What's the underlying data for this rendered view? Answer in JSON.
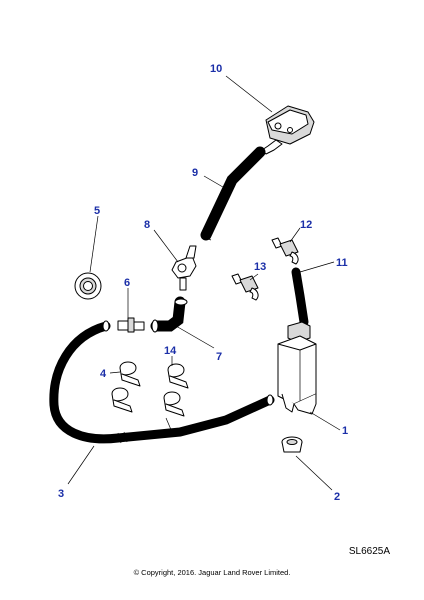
{
  "callouts": {
    "c1": "1",
    "c2": "2",
    "c3": "3",
    "c4": "4",
    "c5": "5",
    "c6": "6",
    "c7": "7",
    "c8": "8",
    "c9": "9",
    "c10": "10",
    "c11": "11",
    "c12": "12",
    "c13": "13",
    "c14": "14"
  },
  "drawing_code": "SL6625A",
  "copyright": "© Copyright, 2016. Jaguar Land Rover Limited.",
  "colors": {
    "callout": "#1b2fa8",
    "line": "#000000",
    "shade": "#d9d9d9"
  }
}
